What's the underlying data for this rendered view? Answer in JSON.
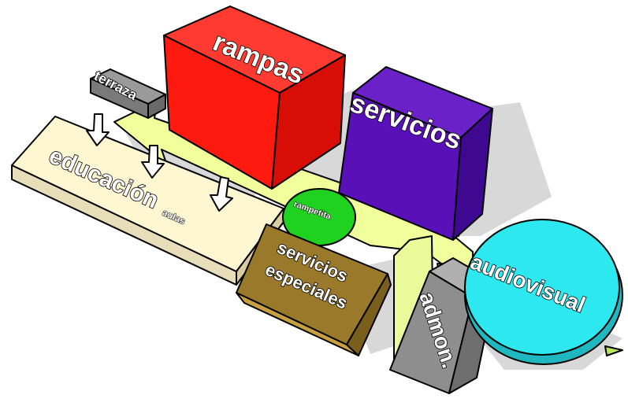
{
  "diagram": {
    "blocks": {
      "rampas": "rampas",
      "servicios": "servicios",
      "terraza": "terraza",
      "educacion": "educación",
      "aulas": "aulas",
      "rampetita": "rampetita",
      "servicios_especiales_line1": "servicios",
      "servicios_especiales_line2": "especiales",
      "admon": "admon.",
      "audiovisual": "audiovisual"
    },
    "colors": {
      "rampas": "#ff1a10",
      "servicios": "#5a10b8",
      "terraza": "#8c8c8c",
      "educacion": "#fff6d2",
      "rampetita": "#1fd21f",
      "servicios_especiales": "#9a7a2a",
      "admon": "#8e8e8e",
      "audiovisual": "#2de8ee",
      "path_arrow": "#f0ff9c",
      "shadow": "#d6d6d6"
    }
  }
}
